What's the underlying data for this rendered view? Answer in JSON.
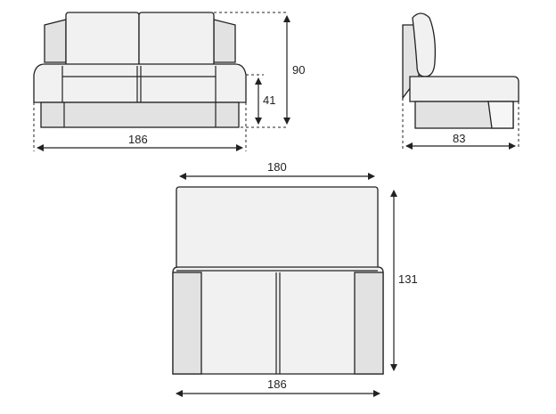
{
  "dimensions": {
    "front_width": "186",
    "back_height": "90",
    "seat_height": "41",
    "side_depth": "83",
    "top_back_width": "180",
    "top_depth": "131",
    "top_width": "186"
  },
  "colors": {
    "stroke": "#222222",
    "fill_light": "#f1f1f1",
    "fill_shade": "#e2e2e2"
  }
}
